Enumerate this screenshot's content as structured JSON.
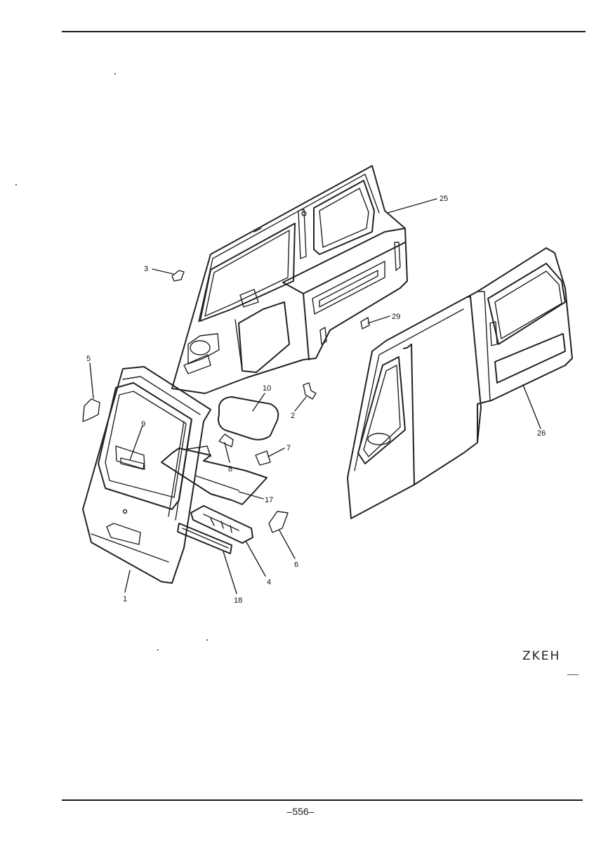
{
  "callouts": [
    {
      "id": "c1",
      "label": "1"
    },
    {
      "id": "c2",
      "label": "2"
    },
    {
      "id": "c3",
      "label": "3"
    },
    {
      "id": "c4",
      "label": "4"
    },
    {
      "id": "c5",
      "label": "5"
    },
    {
      "id": "c6",
      "label": "6"
    },
    {
      "id": "c7",
      "label": "7"
    },
    {
      "id": "c8",
      "label": "8"
    },
    {
      "id": "c9",
      "label": "9"
    },
    {
      "id": "c10",
      "label": "10"
    },
    {
      "id": "c17",
      "label": "17"
    },
    {
      "id": "c18",
      "label": "18"
    },
    {
      "id": "c25",
      "label": "25"
    },
    {
      "id": "c26",
      "label": "26"
    },
    {
      "id": "c29",
      "label": "29"
    }
  ],
  "diagram_code": "ZKEH",
  "page_number": "–556–"
}
